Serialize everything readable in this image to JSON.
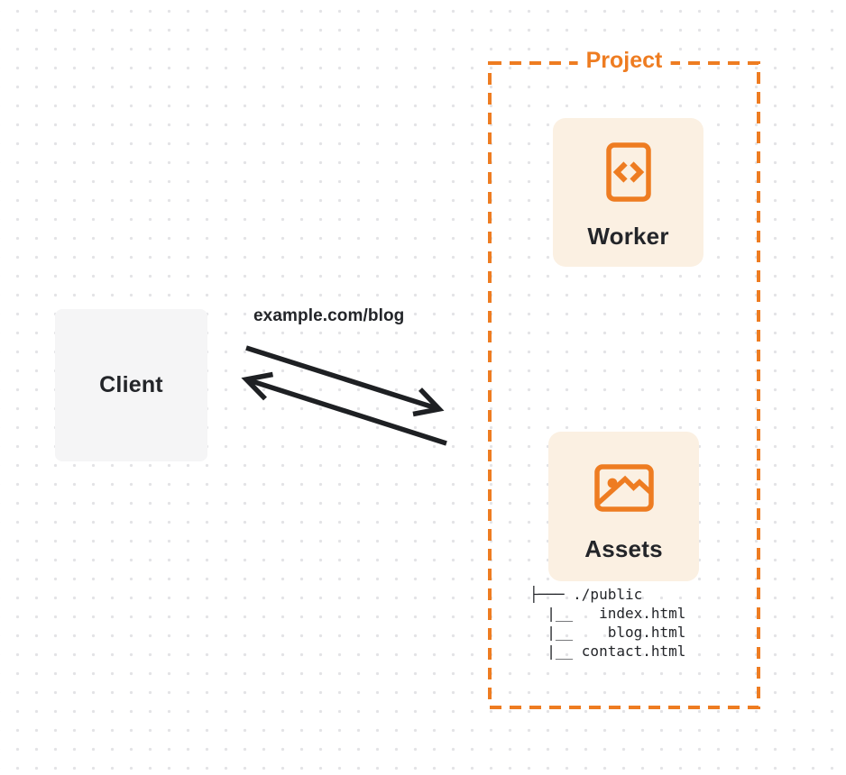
{
  "colors": {
    "accent_orange": "#ee7c21",
    "card_cream": "#fbf0e2",
    "client_gray": "#f5f5f6",
    "ink": "#232529",
    "grid_dot": "#e3e3e6"
  },
  "client": {
    "label": "Client"
  },
  "request": {
    "url_label": "example.com/blog"
  },
  "project": {
    "label": "Project",
    "worker": {
      "label": "Worker",
      "icon": "code-file-icon"
    },
    "assets": {
      "label": "Assets",
      "icon": "image-icon"
    },
    "file_tree": {
      "lines": [
        "├─── ./public",
        "  |__   index.html",
        "  |__    blog.html",
        "  |__ contact.html"
      ]
    }
  }
}
